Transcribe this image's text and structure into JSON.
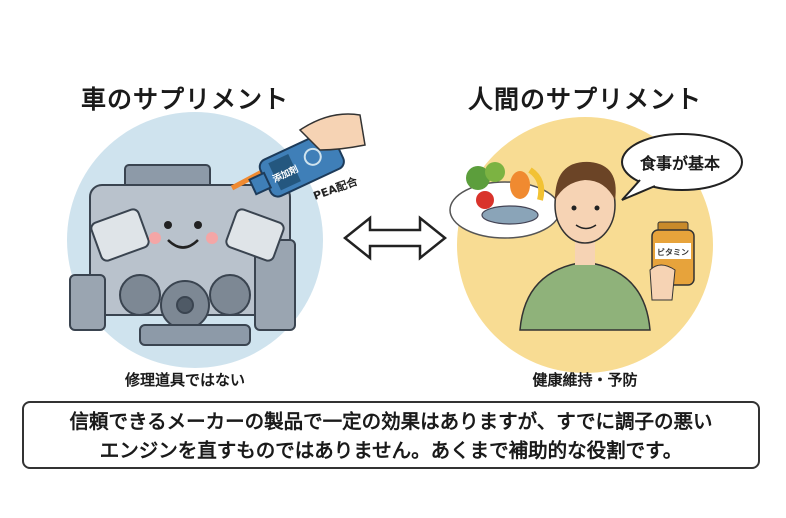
{
  "left": {
    "title": "車のサプリメント",
    "caption": "修理道具ではない",
    "bottle_label": "添加剤",
    "bottle_note": "PEA配合"
  },
  "right": {
    "title": "人間のサプリメント",
    "caption": "健康維持・予防",
    "speech": "食事が基本",
    "bottle_label": "ビタミン"
  },
  "note": {
    "line1": "信頼できるメーカーの製品で一定の効果はありますが、すでに調子の悪い",
    "line2": "エンジンを直すものではありません。あくまで補助的な役割です。"
  },
  "colors": {
    "left_circle": "#cfe3ee",
    "right_circle": "#f8dc93",
    "engine": "#b9c2cc",
    "bottle": "#3f7fb8",
    "shirt": "#8fb27a"
  }
}
